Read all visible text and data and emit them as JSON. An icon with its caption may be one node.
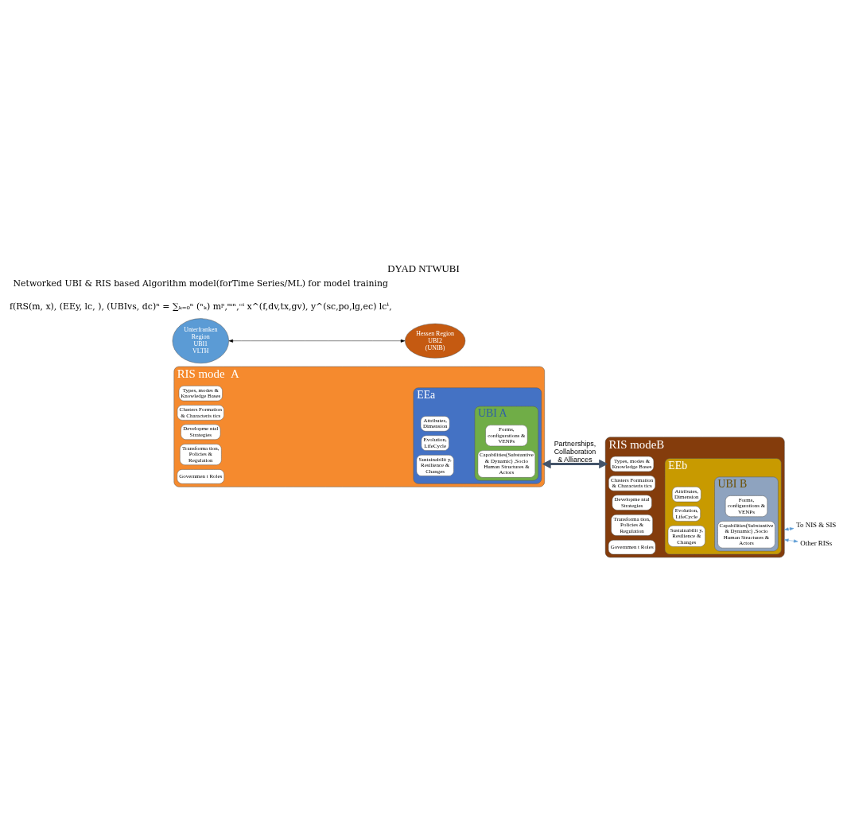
{
  "diagram": {
    "title": "DYAD NTWUBI",
    "nodes": [
      {
        "text": [
          "RIS mode  A"
        ]
      },
      {
        "text": [
          "Types, modes & Knowledge Bases"
        ],
        "in": 0
      },
      {
        "text": [
          "Clusters Formation & Characteris tics"
        ],
        "in": 0
      },
      {
        "text": [
          "Developme ntal Strategies"
        ],
        "in": 0
      },
      {
        "text": [
          "Transforma tion, Policies & Regulation"
        ],
        "in": 0
      },
      {
        "text": [
          "Governmen t Roles"
        ],
        "in": 0
      },
      {
        "text": [
          "EEa"
        ],
        "in": 0
      },
      {
        "text": [
          "Attributes, Dimension"
        ],
        "in": 6
      },
      {
        "text": [
          "Evolution, LifeCycle"
        ],
        "in": 6
      },
      {
        "text": [
          "Sustainabilit y, Resilience & Changes"
        ],
        "in": 6
      },
      {
        "text": [
          "UBI A"
        ],
        "in": 6
      },
      {
        "text": [
          "Forms, configurations & VENPs"
        ],
        "in": 10
      },
      {
        "text": [
          "Capabilities(Substantive & Dynamic) ,Socio Human Structures & Actors"
        ],
        "in": 10
      },
      {
        "text": [
          "RIS modeB"
        ]
      },
      {
        "text": [
          "Types, modes & Knowledge Bases"
        ],
        "in": 13
      },
      {
        "text": [
          "Clusters Formation & Characteris tics"
        ],
        "in": 13
      },
      {
        "text": [
          "Developme ntal Strategies"
        ],
        "in": 13
      },
      {
        "text": [
          "Transforma tion, Policies & Regulation"
        ],
        "in": 13
      },
      {
        "text": [
          "Governmen t Roles"
        ],
        "in": 13
      },
      {
        "text": [
          "EEb"
        ],
        "in": 13
      },
      {
        "text": [
          "Attributes, Dimension"
        ],
        "in": 19
      },
      {
        "text": [
          "Evolution, LifeCycle"
        ],
        "in": 19
      },
      {
        "text": [
          "Sustainabilit y, Resilience & Changes"
        ],
        "in": 19
      },
      {
        "text": [
          "UBI B"
        ],
        "in": 19
      },
      {
        "text": [
          "Forms, configurations & VENPs"
        ],
        "in": 23
      },
      {
        "text": [
          "Capabilities(Substantive & Dynamic) ,Socio Human Structures & Actors"
        ],
        "in": 23
      },
      {
        "text": [
          "To NIS & SIS"
        ]
      },
      {
        "text": [
          "Other RISs"
        ]
      },
      {
        "text": [
          "Unterfranken  Region",
          "UBI1",
          "VLTH"
        ]
      },
      {
        "text": [
          "Hessen Region",
          "UBI2",
          "(UNIB)"
        ]
      }
    ],
    "edges": [
      {
        "from": 0,
        "to": 13,
        "arrow": "both",
        "label": "Partnerships, Collaboration & Alliances",
        "style": "thick",
        "color": "#44546a"
      },
      {
        "from": 13,
        "to": 26,
        "arrow": "both",
        "color": "#5b9bd5"
      },
      {
        "from": 13,
        "to": 27,
        "arrow": "both",
        "color": "#5b9bd5"
      },
      {
        "from": 28,
        "to": 29,
        "arrow": "both",
        "color": "#000000"
      }
    ],
    "labels": [
      "Networked UBI & RIS based Algorithm model(forTime Series/ML) for model training",
      "f(RS(m, x), (EEy, lc, ), (UBIvs, dc)ⁿ = ∑ₖ₌₀ⁿ (ⁿₖ) mᵖ,ᵐⁿ,ᵒⁱ x^(f,dv,tx,gv), y^(sc,po,lg,ec) lcᵗ,"
    ]
  }
}
